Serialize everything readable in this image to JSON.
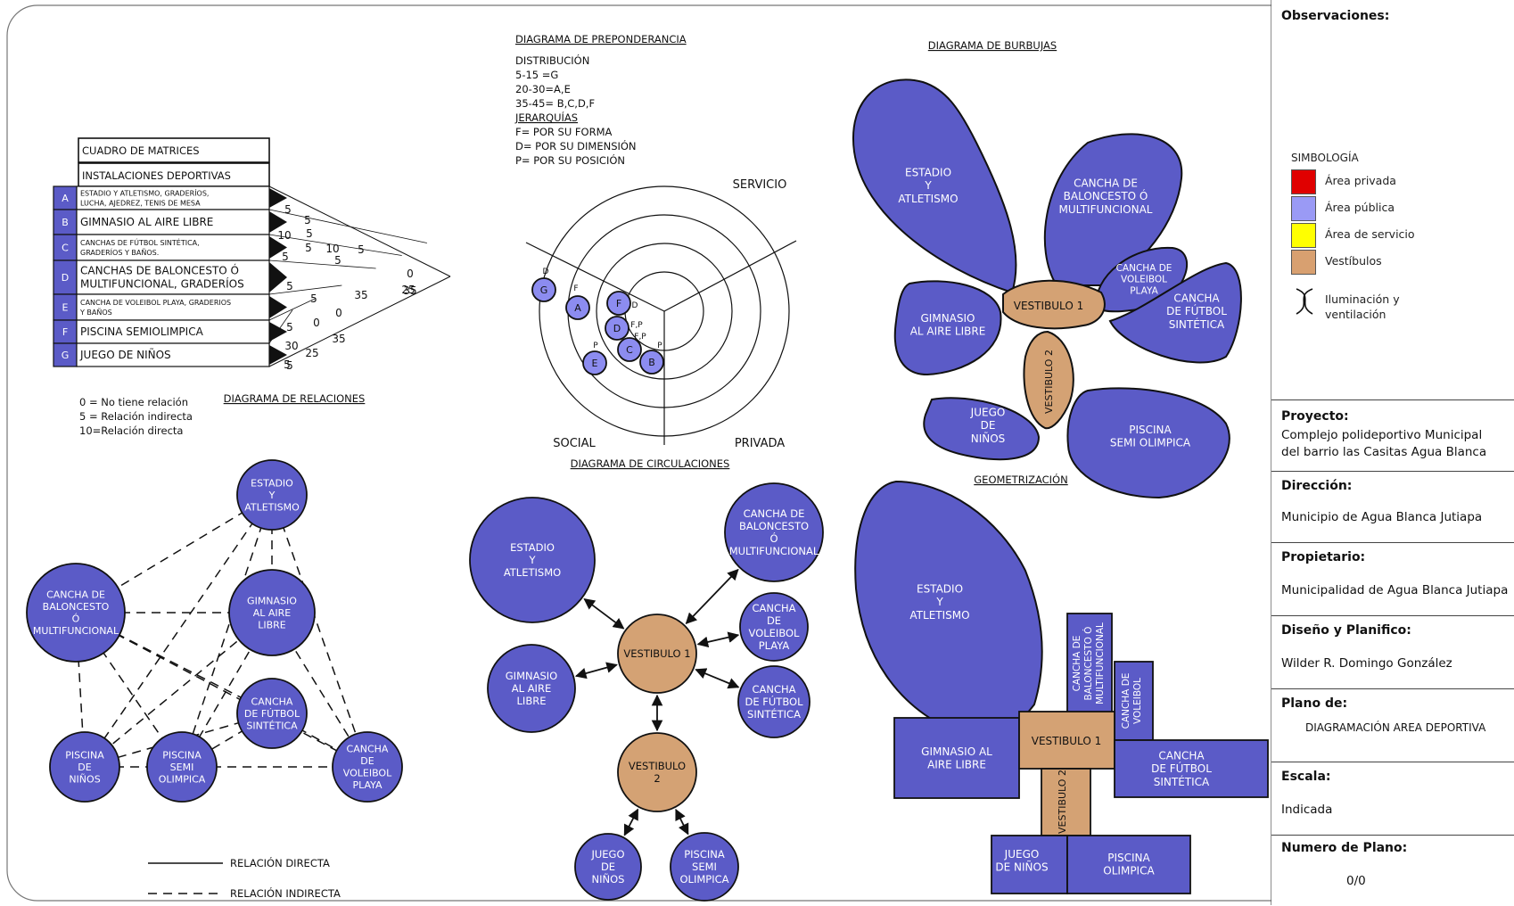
{
  "matrix": {
    "title": "CUADRO DE MATRICES",
    "subtitle": "INSTALACIONES DEPORTIVAS",
    "rows": [
      {
        "letter": "A",
        "label": [
          "ESTADIO Y ATLETISMO, GRADERÍOS,",
          "LUCHA, AJEDREZ, TENIS DE MESA"
        ],
        "small": true
      },
      {
        "letter": "B",
        "label": [
          "GIMNASIO AL AIRE LIBRE"
        ],
        "small": false
      },
      {
        "letter": "C",
        "label": [
          "CANCHAS DE FÚTBOL SINTÉTICA,",
          "GRADERÍOS Y BAÑOS."
        ],
        "small": true
      },
      {
        "letter": "D",
        "label": [
          "CANCHAS DE BALONCESTO Ó",
          "MULTIFUNCIONAL, GRADERÍOS"
        ],
        "small": false
      },
      {
        "letter": "E",
        "label": [
          "CANCHA DE VOLEIBOL PLAYA, GRADERIOS",
          "Y BAÑOS"
        ],
        "small": true
      },
      {
        "letter": "F",
        "label": [
          "PISCINA SEMIOLIMPICA"
        ],
        "small": false
      },
      {
        "letter": "G",
        "label": [
          "JUEGO DE NIÑOS"
        ],
        "small": false
      }
    ],
    "relations": [
      {
        "pair": "A-B",
        "value": "5"
      },
      {
        "pair": "B-C",
        "value": "5"
      },
      {
        "pair": "A-C",
        "value": "10"
      },
      {
        "pair": "C-D",
        "value": "5"
      },
      {
        "pair": "B-D",
        "value": "10"
      },
      {
        "pair": "A-D",
        "value": "5"
      },
      {
        "pair": "D-E",
        "value": "5"
      },
      {
        "pair": "C-E",
        "value": "5"
      },
      {
        "pair": "B-E",
        "value": "5"
      },
      {
        "pair": "A-E",
        "value": "0"
      },
      {
        "pair": "E-F",
        "value": "5"
      },
      {
        "pair": "D-F",
        "value": "5"
      },
      {
        "pair": "C-F",
        "value": "0"
      },
      {
        "pair": "B-F",
        "value": "35"
      },
      {
        "pair": "A-F",
        "value": "35"
      },
      {
        "pair": "F-G",
        "value": "5"
      },
      {
        "pair": "E-G",
        "value": "0"
      },
      {
        "pair": "D-G",
        "value": "35"
      },
      {
        "pair": "C-G",
        "value": "25"
      },
      {
        "pair": "B-G",
        "value": "30"
      },
      {
        "pair": "A-G",
        "value": "5"
      }
    ],
    "totals": [
      "25",
      "5"
    ],
    "legend": [
      "0 = No tiene relación",
      "5 = Relación indirecta",
      "10=Relación directa"
    ]
  },
  "relations_diagram": {
    "title": "DIAGRAMA DE RELACIONES",
    "nodes": [
      {
        "id": "estadio",
        "lines": [
          "ESTADIO",
          "Y",
          "ATLETISMO"
        ]
      },
      {
        "id": "baloncesto",
        "lines": [
          "CANCHA DE",
          "BALONCESTO",
          "Ó",
          "MULTIFUNCIONAL"
        ]
      },
      {
        "id": "gimnasio",
        "lines": [
          "GIMNASIO",
          "AL AIRE",
          "LIBRE"
        ]
      },
      {
        "id": "futbol",
        "lines": [
          "CANCHA",
          "DE FÚTBOL",
          "SINTÉTICA"
        ]
      },
      {
        "id": "ninos",
        "lines": [
          "PISCINA",
          "DE",
          "NIÑOS"
        ]
      },
      {
        "id": "semi",
        "lines": [
          "PISCINA",
          "SEMI",
          "OLIMPICA"
        ]
      },
      {
        "id": "voleibol",
        "lines": [
          "CANCHA",
          "DE",
          "VOLEIBOL",
          "PLAYA"
        ]
      }
    ],
    "legend_direct": "RELACIÓN DIRECTA",
    "legend_indirect": "RELACIÓN INDIRECTA"
  },
  "preponderance": {
    "title": "DIAGRAMA DE PREPONDERANCIA",
    "lines": [
      "DISTRIBUCIÓN",
      "5-15  =G",
      "20-30=A,E",
      "35-45= B,C,D,F"
    ],
    "hierarchy_title": "JERARQUÍAS",
    "hierarchy": [
      "F= POR SU FORMA",
      "D= POR SU DIMENSIÓN",
      "P= POR SU POSICIÓN"
    ],
    "zones": {
      "service": "SERVICIO",
      "social": "SOCIAL",
      "private": "PRIVADA"
    },
    "nodes": [
      {
        "id": "G",
        "tag": "D"
      },
      {
        "id": "A",
        "tag": "F"
      },
      {
        "id": "F",
        "tag": "D"
      },
      {
        "id": "D",
        "tag": "F,P"
      },
      {
        "id": "C",
        "tag": "F,P"
      },
      {
        "id": "E",
        "tag": "P"
      },
      {
        "id": "B",
        "tag": "P"
      }
    ]
  },
  "circulation": {
    "title": "DIAGRAMA DE CIRCULACIONES",
    "nodes": [
      {
        "id": "estadio",
        "lines": [
          "ESTADIO",
          "Y",
          "ATLETISMO"
        ]
      },
      {
        "id": "baloncesto",
        "lines": [
          "CANCHA DE",
          "BALONCESTO",
          "Ó",
          "MULTIFUNCIONAL"
        ]
      },
      {
        "id": "voleibol",
        "lines": [
          "CANCHA",
          "DE",
          "VOLEIBOL",
          "PLAYA"
        ]
      },
      {
        "id": "futbol",
        "lines": [
          "CANCHA",
          "DE FÚTBOL",
          "SINTÉTICA"
        ]
      },
      {
        "id": "gimnasio",
        "lines": [
          "GIMNASIO",
          "AL AIRE",
          "LIBRE"
        ]
      },
      {
        "id": "vestibulo1",
        "lines": [
          "VESTIBULO 1"
        ]
      },
      {
        "id": "vestibulo2",
        "lines": [
          "VESTIBULO",
          "2"
        ]
      },
      {
        "id": "juego",
        "lines": [
          "JUEGO",
          "DE",
          "NIÑOS"
        ]
      },
      {
        "id": "piscina",
        "lines": [
          "PISCINA",
          "SEMI",
          "OLIMPICA"
        ]
      }
    ]
  },
  "bubbles": {
    "title": "DIAGRAMA DE BURBUJAS",
    "estadio": [
      "ESTADIO",
      "Y",
      "ATLETISMO"
    ],
    "baloncesto": [
      "CANCHA DE",
      "BALONCESTO Ó",
      "MULTIFUNCIONAL"
    ],
    "voleibol": [
      "CANCHA DE",
      "VOLEIBOL",
      "PLAYA"
    ],
    "futbol": [
      "CANCHA",
      "DE FÚTBOL",
      "SINTÉTICA"
    ],
    "gimnasio": [
      "GIMNASIO",
      "AL AIRE LIBRE"
    ],
    "vestibulo1": "VESTIBULO 1",
    "vestibulo2": "VESTIBULO 2",
    "juego": [
      "JUEGO",
      "DE",
      "NIÑOS"
    ],
    "piscina": [
      "PISCINA",
      "SEMI OLIMPICA"
    ]
  },
  "geometry": {
    "title": "GEOMETRIZACIÓN",
    "estadio": [
      "ESTADIO",
      "Y",
      "ATLETISMO"
    ],
    "baloncesto": [
      "CANCHA DE",
      "BALONCESTO Ó",
      "MULTIFUNCIONAL"
    ],
    "voleibol": [
      "CANCHA DE",
      "VOLEIBOL"
    ],
    "gimnasio": [
      "GIMNASIO AL",
      "AIRE LIBRE"
    ],
    "vestibulo1": "VESTIBULO 1",
    "vestibulo2": "VESTIBULO 2",
    "futbol": [
      "CANCHA",
      "DE FÚTBOL",
      "SINTÉTICA"
    ],
    "juego": [
      "JUEGO",
      "DE NIÑOS"
    ],
    "piscina": [
      "PISCINA",
      "OLIMPICA"
    ]
  },
  "panel": {
    "observations": "Observaciones:",
    "symbology_title": "SIMBOLOGÍA",
    "symbology": [
      {
        "label": "Área privada",
        "color": "#e00000"
      },
      {
        "label": "Área pública",
        "color": "#9a9af5"
      },
      {
        "label": "Área de servicio",
        "color": "#ffff00"
      },
      {
        "label": "Vestíbulos",
        "color": "#d8a070"
      }
    ],
    "light_label": [
      "Iluminación y",
      "ventilación"
    ],
    "project_label": "Proyecto:",
    "project_value": [
      "Complejo polideportivo Municipal",
      "del barrio las Casitas Agua Blanca"
    ],
    "address_label": "Dirección:",
    "address_value": "Municipio de Agua Blanca Jutiapa",
    "owner_label": "Propietario:",
    "owner_value": "Municipalidad de Agua Blanca Jutiapa",
    "design_label": "Diseño y Planifico:",
    "design_value": "Wilder R. Domingo González",
    "plan_label": "Plano de:",
    "plan_value": "DIAGRAMACIÓN AREA DEPORTIVA",
    "scale_label": "Escala:",
    "scale_value": "Indicada",
    "number_label": "Numero de Plano:",
    "number_value": "0/0"
  },
  "colors": {
    "public": "#5b5bc7",
    "vestibule": "#d4a274",
    "prep_node": "#8c8cf0"
  }
}
